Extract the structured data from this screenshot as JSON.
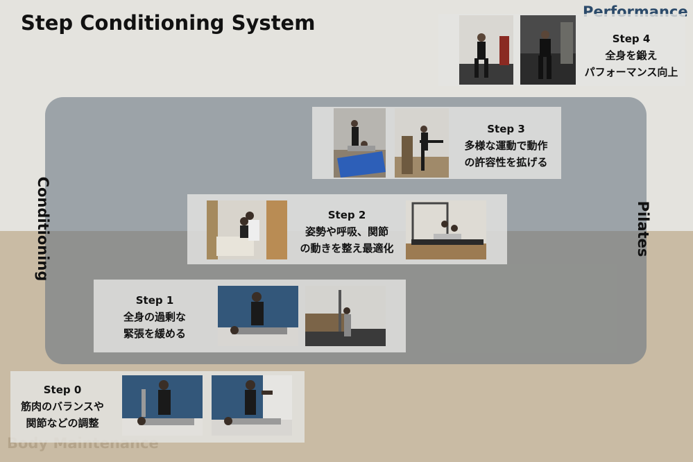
{
  "title": "Step Conditioning System",
  "labels": {
    "performance": "Performance",
    "body_maintenance": "Body Maintenance",
    "conditioning": "Conditioning",
    "pilates": "Pilates"
  },
  "steps": [
    {
      "heading": "Step  0",
      "lines": [
        "筋肉のバランスや",
        "関節などの調整"
      ]
    },
    {
      "heading": "Step 1",
      "lines": [
        "全身の過剰な",
        "緊張を緩める"
      ]
    },
    {
      "heading": "Step 2",
      "lines": [
        "姿勢や呼吸、関節",
        "の動きを整え最適化"
      ]
    },
    {
      "heading": "Step 3",
      "lines": [
        "多様な運動で動作",
        "の許容性を拡げる"
      ]
    },
    {
      "heading": "Step 4",
      "lines": [
        "全身を鍛え",
        "パフォーマンス向上"
      ]
    }
  ],
  "colors": {
    "upper_background": "#e4e3de",
    "lower_background": "#c9bba4",
    "conditioning_box": "#64717e",
    "performance_text": "#2b4a6a",
    "body_maintenance_text": "#b4a48b"
  }
}
